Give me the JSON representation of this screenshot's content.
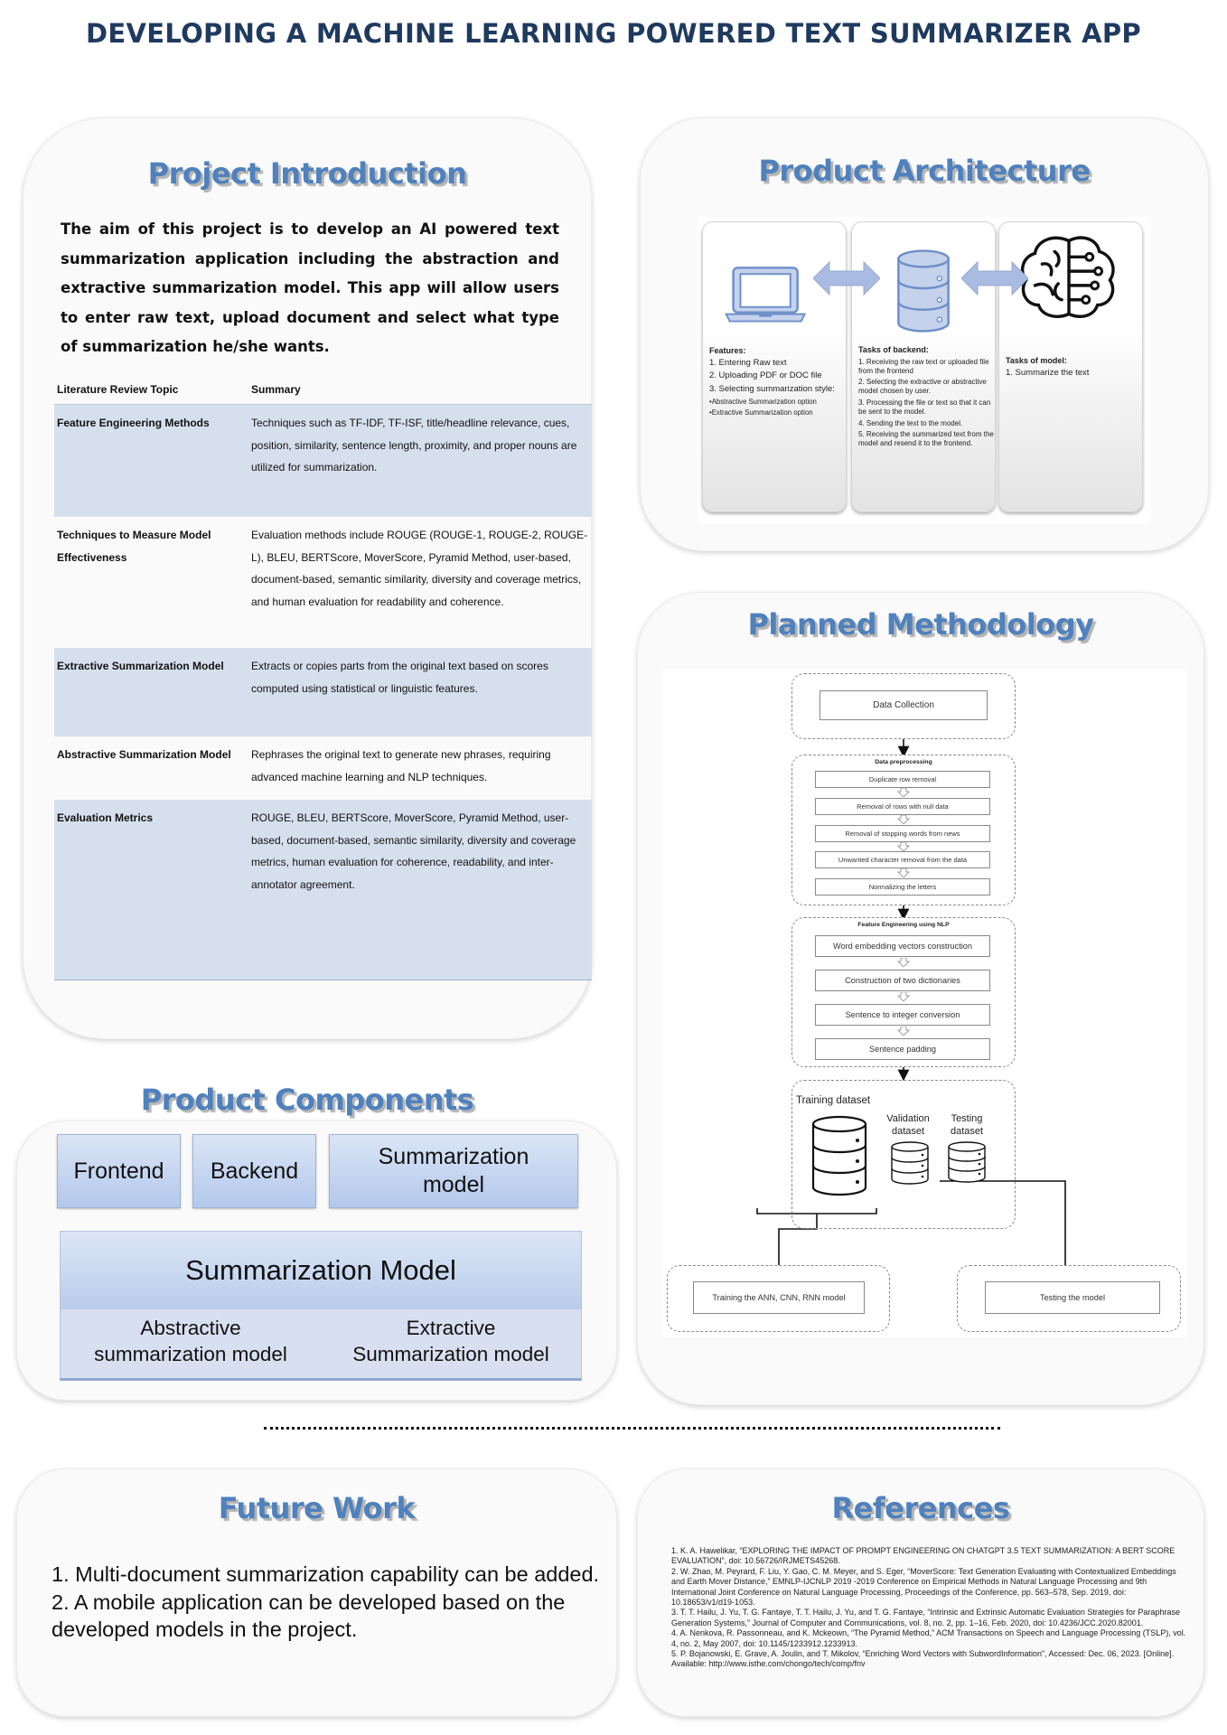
{
  "poster_title": "DEVELOPING A MACHINE LEARNING POWERED TEXT SUMMARIZER APP",
  "intro": {
    "title": "Project Introduction",
    "text": "The aim of this project is to develop an AI powered text summarization application including the abstraction and extractive summarization model. This app will allow users to enter raw text, upload document and select what type of summarization he/she wants.",
    "table": {
      "headers": [
        "Literature Review Topic",
        "Summary"
      ],
      "rows": [
        {
          "topic": "Feature Engineering Methods",
          "summary": "Techniques such as TF-IDF, TF-ISF, title/headline relevance, cues, position, similarity, sentence length, proximity, and proper nouns are utilized for summarization."
        },
        {
          "topic": "Techniques to Measure Model Effectiveness",
          "summary": "Evaluation methods include ROUGE (ROUGE-1, ROUGE-2, ROUGE-L), BLEU, BERTScore, MoverScore, Pyramid Method, user-based, document-based, semantic similarity, diversity and coverage metrics, and human evaluation for readability and coherence."
        },
        {
          "topic": "Extractive Summarization Model",
          "summary": "Extracts or copies parts from the original text based on scores computed using statistical or linguistic features."
        },
        {
          "topic": "Abstractive Summarization Model",
          "summary": "Rephrases the original text to generate new phrases, requiring advanced machine learning and NLP techniques."
        },
        {
          "topic": "Evaluation Metrics",
          "summary": "ROUGE, BLEU, BERTScore, MoverScore, Pyramid Method, user-based, document-based, semantic similarity, diversity and coverage metrics, human evaluation for coherence, readability, and inter-annotator agreement."
        }
      ]
    }
  },
  "architecture": {
    "title": "Product Architecture",
    "frontend": {
      "icon": "laptop-icon",
      "heading": "Features:",
      "items": [
        "1. Entering Raw text",
        "2. Uploading PDF or DOC file",
        "3. Selecting summarization style:"
      ],
      "sub_items": [
        "•Abstractive Summarization option",
        "•Extractive Summarization option"
      ]
    },
    "backend": {
      "icon": "database-icon",
      "heading": "Tasks of backend:",
      "items": [
        "1. Receiving the raw text or uploaded file from the frontend",
        "2. Selecting the extractive or abstractive model chosen by user.",
        "3. Processing the file or text so that it can be sent to the model.",
        "4. Sending the text to the model.",
        "5. Receiving the summarized text from the model and resend it to the frontend."
      ]
    },
    "model": {
      "icon": "brain-circuit-icon",
      "heading": "Tasks of model:",
      "items": [
        "1. Summarize the text"
      ]
    }
  },
  "methodology": {
    "title": "Planned Methodology",
    "data_collection": "Data Collection",
    "preprocessing": {
      "label": "Data preprocessing",
      "steps": [
        "Duplicate row removal",
        "Removal of rows with null data",
        "Removal of stopping words from news",
        "Unwanted character removal from the data",
        "Normalizing the letters"
      ]
    },
    "feature_engineering": {
      "label": "Feature Engineering using NLP",
      "steps": [
        "Word embedding vectors construction",
        "Construction of two dictionaries",
        "Sentence to integer conversion",
        "Sentence padding"
      ]
    },
    "datasets": {
      "training": "Training dataset",
      "validation": "Validation dataset",
      "testing": "Testing dataset"
    },
    "training_step": "Training the ANN, CNN, RNN model",
    "testing_step": "Testing the model"
  },
  "components": {
    "title": "Product Components",
    "top": [
      "Frontend",
      "Backend",
      "Summarization model"
    ],
    "model_title": "Summarization Model",
    "model_types": [
      "Abstractive summarization model",
      "Extractive Summarization model"
    ]
  },
  "future_work": {
    "title": "Future Work",
    "items": [
      "1. Multi-document summarization capability can be added.",
      "2. A mobile application can be developed based on the developed models in the project."
    ]
  },
  "references": {
    "title": "References",
    "items": [
      "1. K. A. Hawelikar, “EXPLORING THE IMPACT OF PROMPT ENGINEERING ON CHATGPT 3.5 TEXT SUMMARIZATION: A BERT SCORE EVALUATION”, doi: 10.56726/IRJMETS45268.",
      "2. W. Zhao, M. Peyrard, F. Liu, Y. Gao, C. M. Meyer, and S. Eger, “MoverScore: Text Generation Evaluating with Contextualized Embeddings and Earth Mover Distance,” EMNLP-IJCNLP 2019 -2019 Conference on Empirical Methods in Natural Language Processing and 9th International Joint Conference on Natural Language Processing, Proceedings of the Conference, pp. 563–578, Sep. 2019, doi: 10.18653/v1/d19-1053.",
      "3. T. T. Hailu, J. Yu, T. G. Fantaye, T. T. Hailu, J. Yu, and T. G. Fantaye, “Intrinsic and Extrinsic Automatic Evaluation Strategies for Paraphrase Generation Systems,” Journal of Computer and Communications, vol. 8, no. 2, pp. 1–16, Feb. 2020, doi: 10.4236/JCC.2020.82001.",
      "4. A. Nenkova, R. Passonneau, and K. Mckeown, “The Pyramid Method,” ACM Transactions on Speech and Language Processing (TSLP), vol. 4, no. 2, May 2007, doi: 10.1145/1233912.1233913.",
      "5. P. Bojanowski, E. Grave, A. Joulin, and T. Mikolov, “Enriching Word Vectors with SubwordInformation”, Accessed: Dec. 06, 2023. [Online]. Available: http://www.isthe.com/chongo/tech/comp/fnv"
    ]
  },
  "colors": {
    "title_navy": "#1f3a5f",
    "section_blue": "#4f81bd",
    "table_shade": "#d6e0ed",
    "component_blue": "#b3c8ec"
  }
}
